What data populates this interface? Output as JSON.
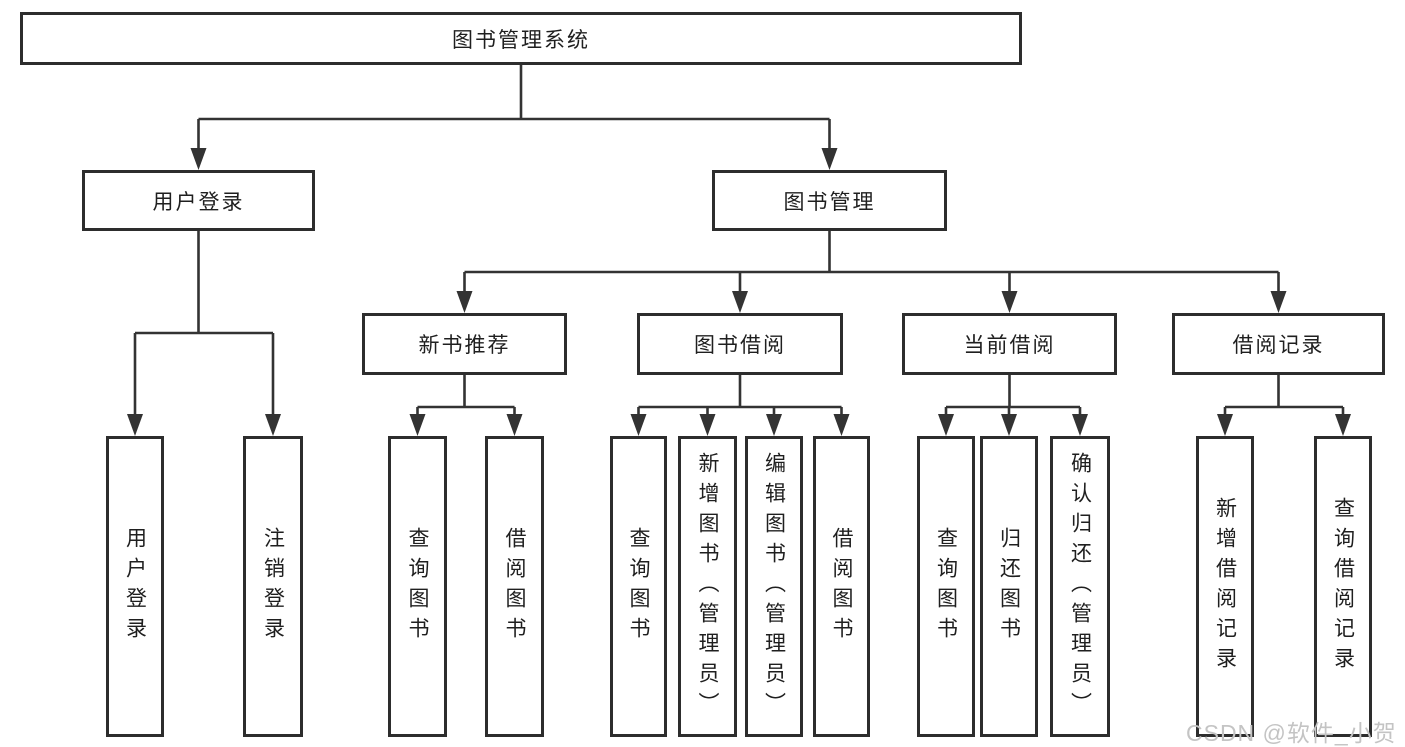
{
  "diagram": {
    "root": {
      "label": "图书管理系统"
    },
    "level2": [
      {
        "id": "user-login",
        "label": "用户登录"
      },
      {
        "id": "book-management",
        "label": "图书管理"
      }
    ],
    "level3": [
      {
        "id": "new-book-recommend",
        "label": "新书推荐"
      },
      {
        "id": "book-borrow",
        "label": "图书借阅"
      },
      {
        "id": "current-borrow",
        "label": "当前借阅"
      },
      {
        "id": "borrow-records",
        "label": "借阅记录"
      }
    ],
    "leaves": [
      {
        "group": "user-login",
        "label": "用户登录"
      },
      {
        "group": "user-login",
        "label": "注销登录"
      },
      {
        "group": "new-book-recommend",
        "label": "查询图书"
      },
      {
        "group": "new-book-recommend",
        "label": "借阅图书"
      },
      {
        "group": "book-borrow",
        "label": "查询图书"
      },
      {
        "group": "book-borrow",
        "label": "新增图书（管理员）"
      },
      {
        "group": "book-borrow",
        "label": "编辑图书（管理员）"
      },
      {
        "group": "book-borrow",
        "label": "借阅图书"
      },
      {
        "group": "current-borrow",
        "label": "查询图书"
      },
      {
        "group": "current-borrow",
        "label": "归还图书"
      },
      {
        "group": "current-borrow",
        "label": "确认归还（管理员）"
      },
      {
        "group": "borrow-records",
        "label": "新增借阅记录"
      },
      {
        "group": "borrow-records",
        "label": "查询借阅记录"
      }
    ]
  },
  "watermark": {
    "text": "CSDN @软件_小贺同学"
  },
  "colors": {
    "line": "#333333",
    "box_border": "#2d2d2d",
    "text": "#1f1f1f",
    "watermark": "#c4c4c4",
    "background": "#ffffff"
  }
}
